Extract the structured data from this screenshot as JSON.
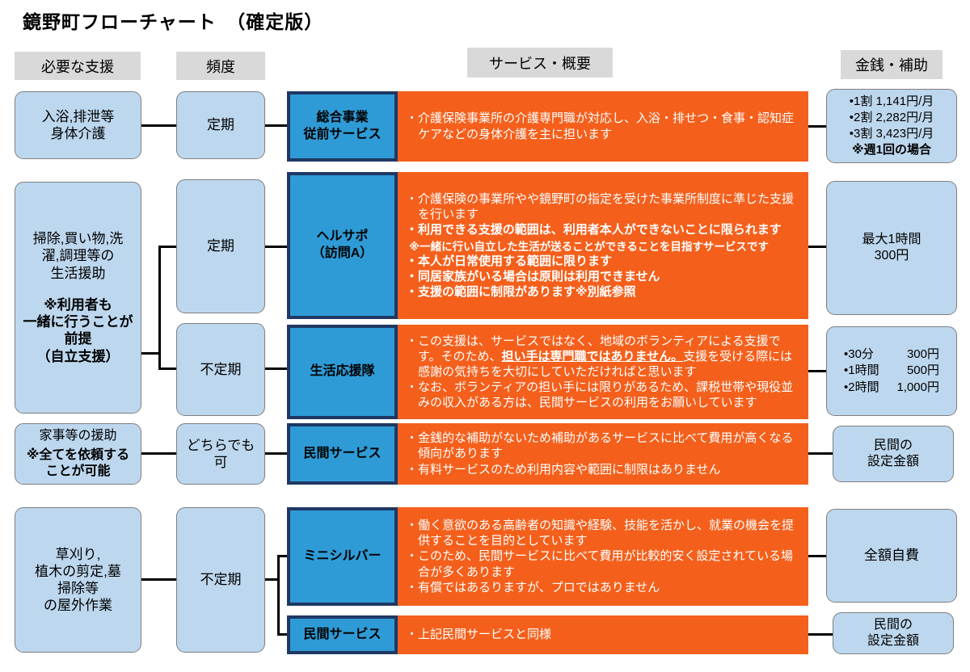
{
  "title": "鏡野町フローチャート　（確定版）",
  "headers": {
    "support": "必要な支援",
    "frequency": "頻度",
    "service": "サービス・概要",
    "money": "金銭・補助"
  },
  "colors": {
    "orange": "#f4601c",
    "service_fill": "#2e9bd6",
    "service_border": "#1f3864",
    "light_blue": "#bdd7ee",
    "header_gray": "#d9d9d9"
  },
  "support": {
    "s1": {
      "text": "入浴,排泄等\n身体介護"
    },
    "s2": {
      "text": "掃除,買い物,洗\n濯,調理等の\n生活援助",
      "note": "※利用者も\n一緒に行うことが\n前提\n（自立支援）"
    },
    "s4": {
      "text": "家事等の援助",
      "note": "※全てを依頼する\nことが可能"
    },
    "s5": {
      "text": "草刈り,\n植木の剪定,墓\n掃除等\nの屋外作業"
    }
  },
  "frequency": {
    "f1": "定期",
    "f2": "定期",
    "f3": "不定期",
    "f4": "どちらでも\n可",
    "f5": "不定期"
  },
  "services": {
    "sv1": {
      "label": "総合事業\n従前サービス",
      "d1": "・介護保険事業所の介護専門職が対応し、入浴・排せつ・食事・認知症ケアなどの身体介護を主に担います"
    },
    "sv2": {
      "label": "ヘルサポ\n（訪問A）",
      "d1": "・介護保険の事業所やや鏡野町の指定を受けた事業所制度に準じた支援を行います",
      "d2": "・利用できる支援の範囲は、利用者本人ができないことに限られます",
      "d3": "※一緒に行い自立した生活が送ることができることを目指すサービスです",
      "d4": "・本人が日常使用する範囲に限ります",
      "d5": "・同居家族がいる場合は原則は利用できません",
      "d6": "・支援の範囲に制限があります※別紙参照"
    },
    "sv3": {
      "label": "生活応援隊",
      "d1a": "・この支援は、サービスではなく、地域のボランティアによる支援です。そのため、",
      "d1b": "担い手は専門職ではありません。",
      "d1c": "支援を受ける際には感謝の気持ちを大切にしていただければと思います",
      "d2": "・なお、ボランティアの担い手には限りがあるため、課税世帯や現役並みの収入がある方は、民間サービスの利用をお願いしています"
    },
    "sv4": {
      "label": "民間サービス",
      "d1": "・金銭的な補助がないため補助があるサービスに比べて費用が高くなる傾向があります",
      "d2": "・有料サービスのため利用内容や範囲に制限はありません"
    },
    "sv5": {
      "label": "ミニシルバー",
      "d1": "・働く意欲のある高齢者の知識や経験、技能を活かし、就業の機会を提供することを目的としています",
      "d2": "・このため、民間サービスに比べて費用が比較的安く設定されている場合が多くあります",
      "d3": "・有償ではあるりますが、プロではありません"
    },
    "sv6": {
      "label": "民間サービス",
      "d1": "・上記民間サービスと同様"
    }
  },
  "money": {
    "m1": {
      "lines": "•1割 1,141円/月\n•2割 2,282円/月\n•3割 3,423円/月",
      "note": "※週1回の場合"
    },
    "m2": "最大1時間\n300円",
    "m3": [
      {
        "term": "•30分",
        "price": "300円"
      },
      {
        "term": "•1時間",
        "price": "500円"
      },
      {
        "term": "•2時間",
        "price": "1,000円"
      }
    ],
    "m4": "民間の\n設定金額",
    "m5": "全額自費",
    "m6": "民間の\n設定金額"
  }
}
